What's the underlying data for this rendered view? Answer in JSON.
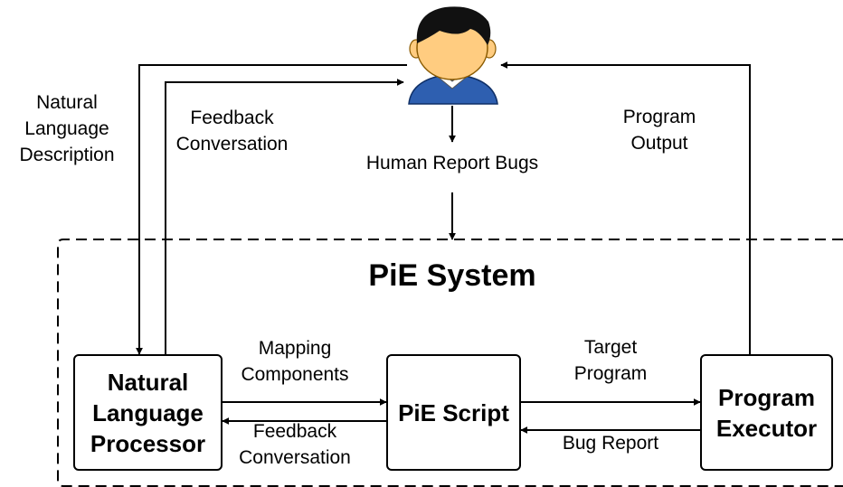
{
  "diagram": {
    "icons": {
      "user": "user-icon"
    },
    "system": {
      "title": "PiE System"
    },
    "nodes": {
      "nlp": "Natural\nLanguage\nProcessor",
      "script": "PiE Script",
      "executor": "Program\nExecutor"
    },
    "edges": {
      "nl_description": "Natural\nLanguage\nDescription",
      "feedback_top": "Feedback\nConversation",
      "program_output": "Program\nOutput",
      "human_report": "Human Report Bugs",
      "mapping": "Mapping\nComponents",
      "feedback_bottom": "Feedback\nConversation",
      "target_program": "Target\nProgram",
      "bug_report": "Bug Report"
    },
    "colors": {
      "skin": "#FFCC80",
      "hair": "#111111",
      "shirt": "#2E5FB0",
      "collar": "#FFFFFF",
      "line": "#000000"
    }
  }
}
